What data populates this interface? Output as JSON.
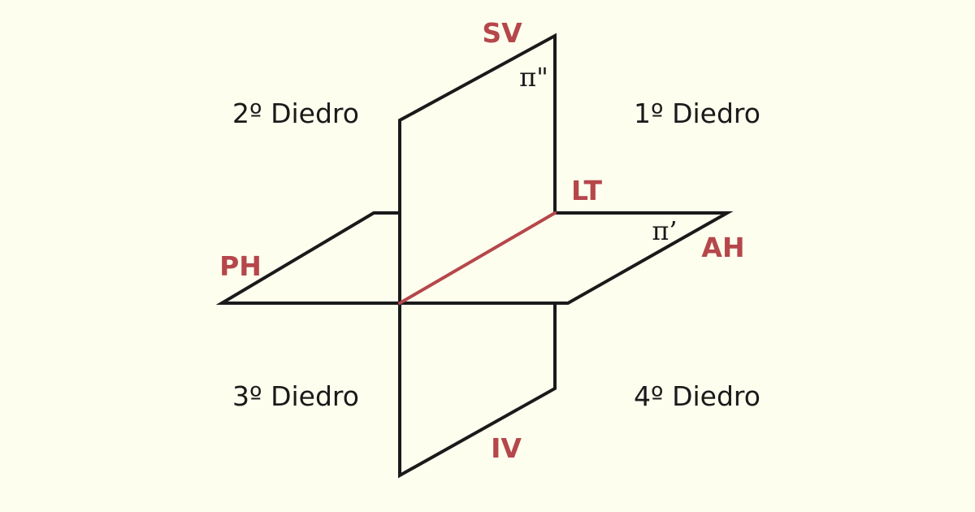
{
  "labels": {
    "sv": "SV",
    "lt": "LT",
    "ph": "PH",
    "ah": "AH",
    "iv": "IV",
    "pi_vertical": "π\"",
    "pi_horizontal": "π’"
  },
  "dihedrals": {
    "first": "1º Diedro",
    "second": "2º Diedro",
    "third": "3º Diedro",
    "fourth": "4º Diedro"
  },
  "colors": {
    "background": "#FDFEEE",
    "lines": "#1a1a1a",
    "accent": "#B5474B"
  }
}
